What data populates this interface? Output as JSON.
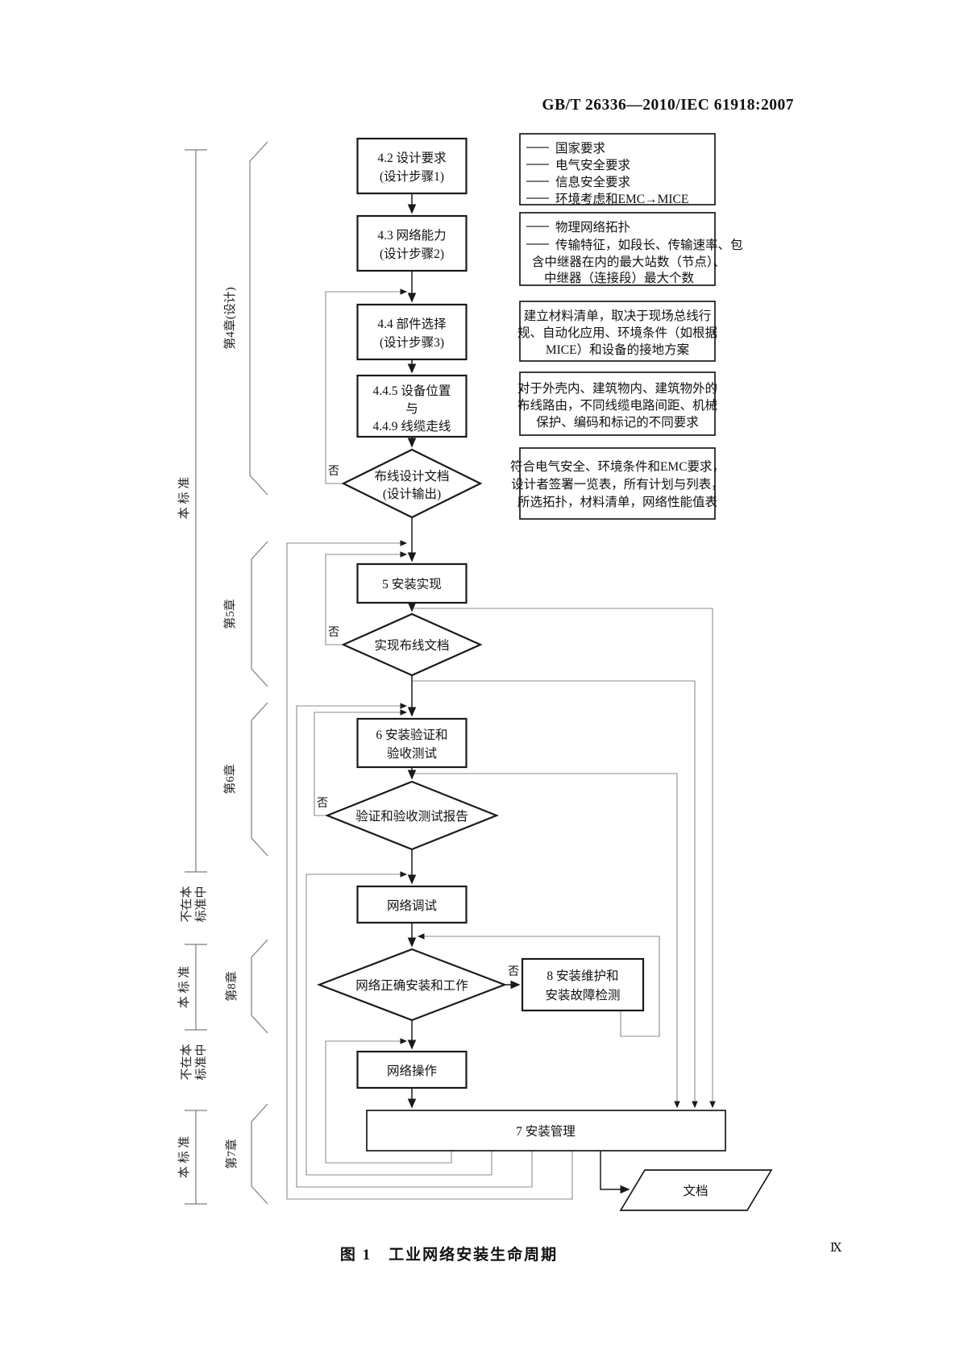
{
  "header": {
    "standard_number": "GB/T 26336—2010/IEC 61918:2007"
  },
  "footer": {
    "caption": "图 1　工业网络安装生命周期",
    "page_number": "Ⅸ"
  },
  "labels": {
    "no": "否"
  },
  "flow": {
    "b_design_req": [
      "4.2 设计要求",
      "(设计步骤1)"
    ],
    "b_net_cap": [
      "4.3 网络能力",
      "(设计步骤2)"
    ],
    "b_component": [
      "4.4 部件选择",
      "(设计步骤3)"
    ],
    "b_location": [
      "4.4.5 设备位置",
      "与",
      "4.4.9 线缆走线"
    ],
    "d_design_doc": [
      "布线设计文档",
      "(设计输出)"
    ],
    "b_install": "5 安装实现",
    "d_impl_doc": "实现布线文档",
    "b_verify": [
      "6 安装验证和",
      "验收测试"
    ],
    "d_report": "验证和验收测试报告",
    "b_commission": "网络调试",
    "d_network_ok": "网络正确安装和工作",
    "b_maintain": [
      "8 安装维护和",
      "安装故障检测"
    ],
    "b_operate": "网络操作",
    "b_manage": "7 安装管理",
    "p_document": "文档"
  },
  "notes": {
    "design_inputs": [
      "国家要求",
      "电气安全要求",
      "信息安全要求",
      "环境考虑和EMC→MICE"
    ],
    "capability": [
      "物理网络拓扑",
      "传输特征，如段长、传输速率、包",
      "含中继器在内的最大站数（节点）、",
      "中继器（连接段）最大个数"
    ],
    "materials": [
      "建立材料清单，取决于现场总线行",
      "规、自动化应用、环境条件（如根据",
      "MICE）和设备的接地方案"
    ],
    "routing": [
      "对于外壳内、建筑物内、建筑物外的",
      "布线路由，不同线缆电路间距、机械",
      "保护、编码和标记的不同要求"
    ],
    "outputs": [
      "符合电气安全、环境条件和EMC要求，",
      "设计者签署一览表，所有计划与列表，",
      "所选拓扑，材料清单，网络性能值表"
    ]
  },
  "sidebar": {
    "in_standard": "本 标 准",
    "not_in_standard": [
      "不在本",
      "标准中"
    ],
    "ch4": "第4章(设计)",
    "ch5": "第5章",
    "ch6": "第6章",
    "ch7": "第7章",
    "ch8": "第8章"
  }
}
